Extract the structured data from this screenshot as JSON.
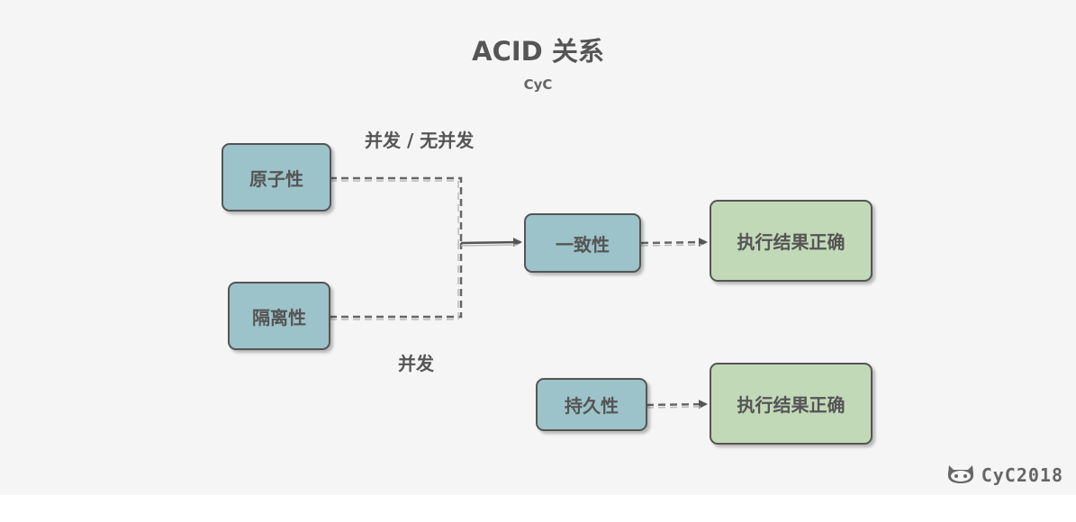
{
  "diagram": {
    "title": "ACID 关系",
    "subtitle": "CyC",
    "edge_labels": {
      "concurrent_or_not": "并发 / 无并发",
      "concurrent": "并发"
    },
    "nodes": {
      "atomicity": "原子性",
      "isolation": "隔离性",
      "consistency": "一致性",
      "durability": "持久性",
      "result_top": "执行结果正确",
      "result_bottom": "执行结果正确"
    },
    "colors": {
      "property_box": "#9cc3c9",
      "result_box": "#c2d9b8",
      "stroke": "#555555",
      "background": "#f5f5f5"
    }
  },
  "watermark": {
    "text": "CyC2018",
    "icon": "github-octocat-icon"
  }
}
